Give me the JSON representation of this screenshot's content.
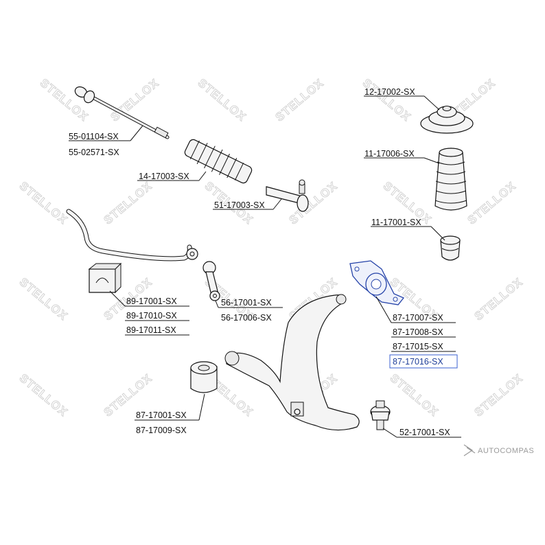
{
  "watermark": {
    "brand": "STELLOX",
    "corner_text": "AUTOCOMPAS"
  },
  "callouts": [
    {
      "id": "55-01104",
      "lines": [
        "55-01104-SX",
        "55-02571-SX"
      ],
      "highlight": false
    },
    {
      "id": "14-17003",
      "lines": [
        "14-17003-SX"
      ],
      "highlight": false
    },
    {
      "id": "51-17003",
      "lines": [
        "51-17003-SX"
      ],
      "highlight": false
    },
    {
      "id": "12-17002",
      "lines": [
        "12-17002-SX"
      ],
      "highlight": false
    },
    {
      "id": "11-17006",
      "lines": [
        "11-17006-SX"
      ],
      "highlight": false
    },
    {
      "id": "11-17001",
      "lines": [
        "11-17001-SX"
      ],
      "highlight": false
    },
    {
      "id": "89-17001",
      "lines": [
        "89-17001-SX",
        "89-17010-SX",
        "89-17011-SX"
      ],
      "highlight": false
    },
    {
      "id": "56-17001",
      "lines": [
        "56-17001-SX",
        "56-17006-SX"
      ],
      "highlight": false
    },
    {
      "id": "87-17007",
      "lines": [
        "87-17007-SX",
        "87-17008-SX",
        "87-17015-SX",
        "87-17016-SX"
      ],
      "highlight_index": 3
    },
    {
      "id": "87-17001",
      "lines": [
        "87-17001-SX",
        "87-17009-SX"
      ],
      "highlight": false
    },
    {
      "id": "52-17001",
      "lines": [
        "52-17001-SX"
      ],
      "highlight": false
    }
  ],
  "colors": {
    "highlight_text": "#1f3f99",
    "highlight_part": "#2442a8"
  }
}
